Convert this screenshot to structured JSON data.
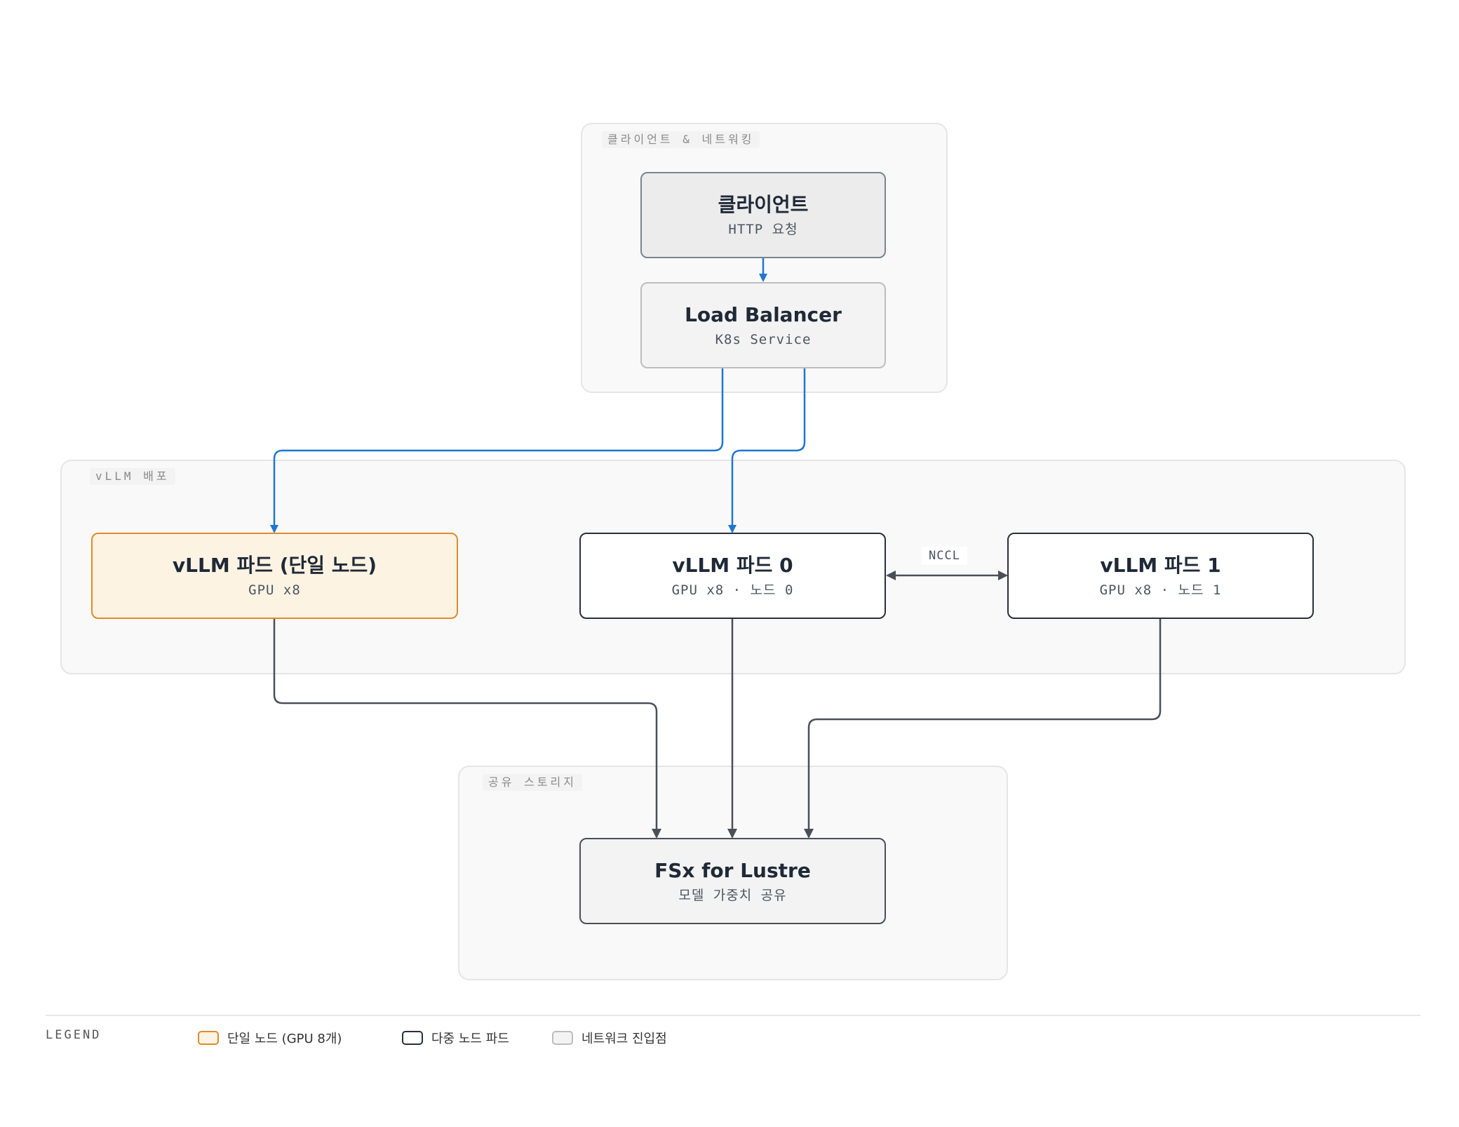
{
  "groups": {
    "client_network": "클라이언트 & 네트워킹",
    "vllm_deploy": "vLLM 배포",
    "shared_storage": "공유 스토리지"
  },
  "nodes": {
    "client": {
      "title": "클라이언트",
      "sub": "HTTP 요청"
    },
    "load_balancer": {
      "title": "Load Balancer",
      "sub": "K8s Service"
    },
    "vllm_single": {
      "title": "vLLM 파드 (단일 노드)",
      "sub": "GPU x8"
    },
    "vllm_pod0": {
      "title": "vLLM 파드 0",
      "sub": "GPU x8 · 노드 0"
    },
    "vllm_pod1": {
      "title": "vLLM 파드 1",
      "sub": "GPU x8 · 노드 1"
    },
    "fsx": {
      "title": "FSx for Lustre",
      "sub": "모델 가중치 공유"
    }
  },
  "edges": {
    "nccl_label": "NCCL"
  },
  "colors": {
    "request_edge": "#1f77d0",
    "storage_edge": "#4a4f5a",
    "single_node": "#e08a2c",
    "multi_node": "#2b2f3a",
    "network_entry": "#bdbdbd"
  },
  "legend": {
    "title": "LEGEND",
    "items": [
      {
        "label": "단일 노드 (GPU 8개)"
      },
      {
        "label": "다중 노드 파드"
      },
      {
        "label": "네트워크 진입점"
      }
    ]
  }
}
